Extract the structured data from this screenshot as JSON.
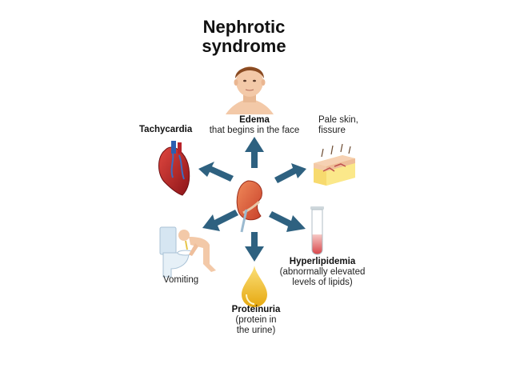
{
  "title": {
    "line1": "Nephrotic",
    "line2": "syndrome"
  },
  "symptoms": {
    "edema": {
      "head": "Edema",
      "sub": "that begins in the face"
    },
    "tachycardia": {
      "head": "Tachycardia"
    },
    "pale_skin": {
      "line1": "Pale skin,",
      "line2": "fissure"
    },
    "vomiting": {
      "head": "Vomiting"
    },
    "proteinuria": {
      "head": "Proteinuria",
      "sub1": "(protein in",
      "sub2": "the urine)"
    },
    "hyperlipidemia": {
      "head": "Hyperlipidemia",
      "sub1": "(abnormally elevated",
      "sub2": "levels of lipids)"
    }
  },
  "colors": {
    "arrow": "#2e6180",
    "kidney": "#d9583a",
    "heart": "#b8232a",
    "skin": "#f3c9a8",
    "urine": "#f2c230"
  }
}
